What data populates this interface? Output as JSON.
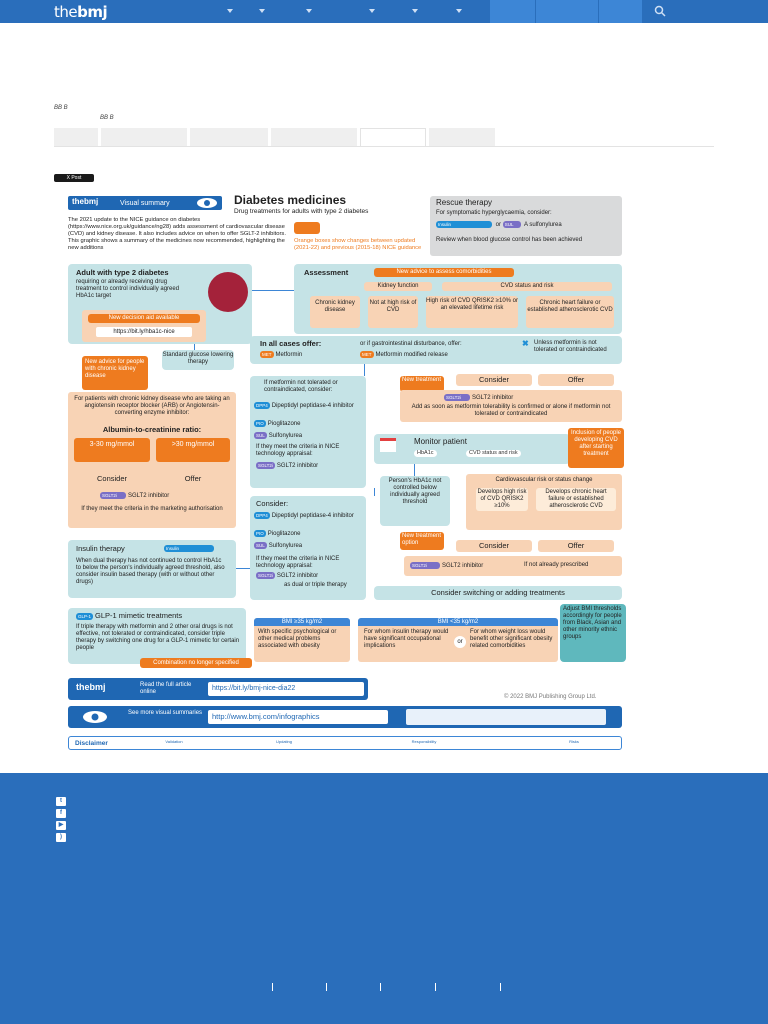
{
  "nav": {
    "logo_the": "the",
    "logo_bmj": "bmj"
  },
  "crumbs": {
    "a": "BB B",
    "b": "BB B"
  },
  "share": {
    "x_label": "X Post"
  },
  "infographic": {
    "brand": "thebmj",
    "brand_label": "Visual summary",
    "title": "Diabetes medicines",
    "subtitle": "Drug treatments for adults with type 2 diabetes",
    "intro": "The 2021 update to the NICE guidance on diabetes (https://www.nice.org.uk/guidance/ng28) adds assessment of cardiovascular disease (CVD) and kidney disease. It also includes advice on when to offer SGLT-2 inhibitors. This graphic shows a summary of the medicines now recommended, highlighting the new additions",
    "legend_text": "Orange boxes show changes between updated (2021-22) and previous (2015-18) NICE guidance",
    "rescue": {
      "title": "Rescue therapy",
      "line1": "For symptomatic hyperglycaemia, consider:",
      "insulin": "Insulin",
      "or": "or",
      "sulf": "A sulfonylurea",
      "review": "Review when blood glucose control has been achieved"
    },
    "adult": {
      "title": "Adult with type 2 diabetes",
      "text": "requiring or already receiving drug treatment to control individually agreed HbA1c target",
      "decision": "New decision aid available",
      "link": "https://bit.ly/hba1c-nice"
    },
    "assessment": {
      "title": "Assessment",
      "new_advice": "New advice to assess comorbidities",
      "kidney": "Kidney function",
      "cvd": "CVD status and risk",
      "c1": "Chronic kidney disease",
      "c2": "Not at high risk of CVD",
      "c3": "High risk of CVD QRISK2 ≥10% or an elevated lifetime risk",
      "c4": "Chronic heart failure or established atherosclerotic CVD"
    },
    "standard": "Standard glucose lowering therapy",
    "ckd_new": "New advice for people with chronic kidney disease",
    "ckd": {
      "text": "For patients with chronic kidney disease who are taking an angiotensin receptor blocker (ARB) or Angiotensin-converting enzyme inhibitor:",
      "ratio": "Albumin-to-creatinine ratio:",
      "r1": "3-30 mg/mmol",
      "r2": ">30 mg/mmol",
      "consider": "Consider",
      "offer": "Offer",
      "sglt2": "SGLT2 inhibitor",
      "marketing": "If they meet the criteria in the marketing authorisation"
    },
    "all_cases": {
      "title": "In all cases offer:",
      "metformin": "Metformin",
      "gi": "or if gastrointestinal disturbance, offer:",
      "mr": "Metformin modified release",
      "unless": "Unless metformin is not tolerated or contraindicated"
    },
    "not_tolerated": {
      "text": "If metformin not tolerated or contraindicated, consider:",
      "d1": "Dipeptidyl peptidase-4 inhibitor",
      "d2": "Pioglitazone",
      "d3": "Sulfonylurea",
      "criteria": "If they meet the criteria in NICE technology appraisal:",
      "sglt2": "SGLT2 inhibitor"
    },
    "new_treatment": "New treatment",
    "cons_offer": {
      "consider": "Consider",
      "offer": "Offer"
    },
    "sglt2_add": {
      "label": "SGLT2 inhibitor",
      "text": "Add as soon as metformin tolerability is confirmed or alone if metformin not tolerated or contraindicated"
    },
    "monitor": {
      "title": "Monitor patient",
      "hba1c": "HbA1c",
      "cvd": "CVD status and risk"
    },
    "inclusion": "Inclusion of people developing CVD after starting treatment",
    "hba1c_box": "Person's HbA1c not controlled below individually agreed threshold",
    "cv_change": {
      "title": "Cardiovascular risk or status change",
      "a": "Develops high risk of CVD QRISK2 ≥10%",
      "b": "Develops chronic heart failure or established atherosclerotic CVD",
      "consider": "Consider",
      "offer": "Offer"
    },
    "consider2": {
      "title": "Consider:",
      "d1": "Dipeptidyl peptidase-4 inhibitor",
      "d2": "Pioglitazone",
      "d3": "Sulfonylurea",
      "criteria": "If they meet the criteria in NICE technology appraisal:",
      "sglt2": "SGLT2 inhibitor",
      "dual": "as dual or triple therapy"
    },
    "new_treatment_option": "New treatment option",
    "sglt2_notyet": {
      "label": "SGLT2 inhibitor",
      "text": "If not already prescribed"
    },
    "switching": "Consider switching or adding treatments",
    "insulin_therapy": {
      "title": "Insulin therapy",
      "tag": "Insulin",
      "text": "When dual therapy has not continued to control HbA1c to below the person's individually agreed threshold, also consider insulin based therapy (with or without other drugs)"
    },
    "glp1": {
      "title": "GLP-1 mimetic treatments",
      "text": "If triple therapy with metformin and 2 other oral drugs is not effective, not tolerated or contraindicated, consider triple therapy by switching one drug for a GLP-1 mimetic for certain people",
      "combination": "Combination no longer specified",
      "bmi1_head": "BMI ≥35 kg/m2",
      "bmi1_text": "With specific psychological or other medical problems associated with obesity",
      "bmi2_head": "BMI <35 kg/m2",
      "bmi2_a": "For whom insulin therapy would have significant occupational implications",
      "bmi2_or": "or",
      "bmi2_b": "For whom weight loss would benefit other significant obesity related comorbidities",
      "adjust": "Adjust BMI thresholds accordingly for people from Black, Asian and other minority ethnic groups"
    },
    "read": {
      "brand": "thebmj",
      "text": "Read the full article online",
      "link": "https://bit.ly/bmj-nice-dia22"
    },
    "copyright": "© 2022 BMJ Publishing Group Ltd.",
    "more": {
      "text": "See more visual summaries",
      "link": "http://www.bmj.com/infographics"
    },
    "disclaimer": {
      "label": "Disclaimer",
      "validation": "Validation",
      "updating": "Updating",
      "responsibility": "Responsibility",
      "risks": "Risks"
    }
  },
  "colors": {
    "nav": "#2a6ebb",
    "teal": "#c5e3e6",
    "peach": "#f8d3b5",
    "orange": "#ee7b1f"
  }
}
